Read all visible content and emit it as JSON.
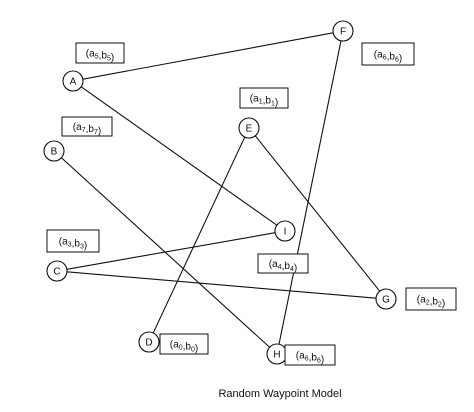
{
  "caption": "Random Waypoint Model",
  "nodes": [
    {
      "id": "A",
      "label": "A"
    },
    {
      "id": "B",
      "label": "B"
    },
    {
      "id": "C",
      "label": "C"
    },
    {
      "id": "D",
      "label": "D"
    },
    {
      "id": "E",
      "label": "E"
    },
    {
      "id": "F",
      "label": "F"
    },
    {
      "id": "G",
      "label": "G"
    },
    {
      "id": "H",
      "label": "H"
    },
    {
      "id": "I",
      "label": "I"
    }
  ],
  "edges": [
    [
      "A",
      "F"
    ],
    [
      "A",
      "I"
    ],
    [
      "B",
      "H"
    ],
    [
      "C",
      "I"
    ],
    [
      "C",
      "G"
    ],
    [
      "D",
      "E"
    ],
    [
      "E",
      "G"
    ],
    [
      "F",
      "H"
    ]
  ],
  "coordinate_labels": [
    {
      "id": "A",
      "a": "a",
      "a_sub": "5",
      "b": "b",
      "b_sub": "5"
    },
    {
      "id": "F",
      "a": "a",
      "a_sub": "6",
      "b": "b",
      "b_sub": "6"
    },
    {
      "id": "E",
      "a": "a",
      "a_sub": "1",
      "b": "b",
      "b_sub": "1"
    },
    {
      "id": "B",
      "a": "a",
      "a_sub": "7",
      "b": "b",
      "b_sub": "7"
    },
    {
      "id": "C",
      "a": "a",
      "a_sub": "3",
      "b": "b",
      "b_sub": "3"
    },
    {
      "id": "I",
      "a": "a",
      "a_sub": "4",
      "b": "b",
      "b_sub": "4"
    },
    {
      "id": "G",
      "a": "a",
      "a_sub": "2",
      "b": "b",
      "b_sub": "2"
    },
    {
      "id": "D",
      "a": "a",
      "a_sub": "0",
      "b": "b",
      "b_sub": "0"
    },
    {
      "id": "H",
      "a": "a",
      "a_sub": "6",
      "b": "b",
      "b_sub": "6"
    }
  ]
}
